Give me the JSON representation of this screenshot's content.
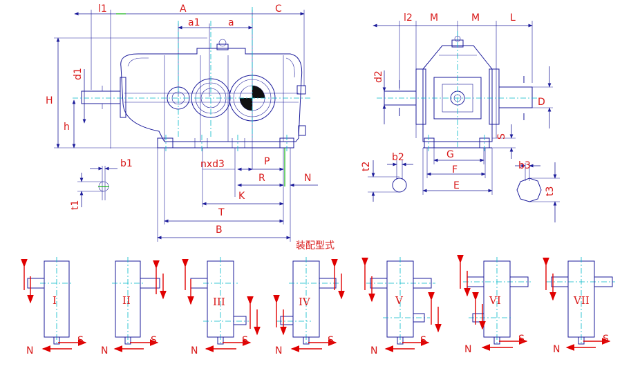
{
  "labels": {
    "front": [
      "A",
      "C",
      "a1",
      "a",
      "l1",
      "H",
      "d1",
      "h",
      "b1",
      "t1",
      "nxd3",
      "P",
      "R",
      "K",
      "N",
      "T",
      "B"
    ],
    "side": [
      "l2",
      "M",
      "M",
      "L",
      "d2",
      "D",
      "S",
      "G",
      "F",
      "E",
      "t2",
      "b2",
      "b3",
      "t3"
    ]
  },
  "title": "装配型式",
  "assembly": [
    {
      "roman": "I",
      "n": "N",
      "s": "S"
    },
    {
      "roman": "II",
      "n": "N",
      "s": "S"
    },
    {
      "roman": "III",
      "n": "N",
      "s": "S"
    },
    {
      "roman": "IV",
      "n": "N",
      "s": "S"
    },
    {
      "roman": "V",
      "n": "N",
      "s": "S"
    },
    {
      "roman": "VI",
      "n": "N",
      "s": "S"
    },
    {
      "roman": "VII",
      "n": "N",
      "s": "S"
    }
  ]
}
